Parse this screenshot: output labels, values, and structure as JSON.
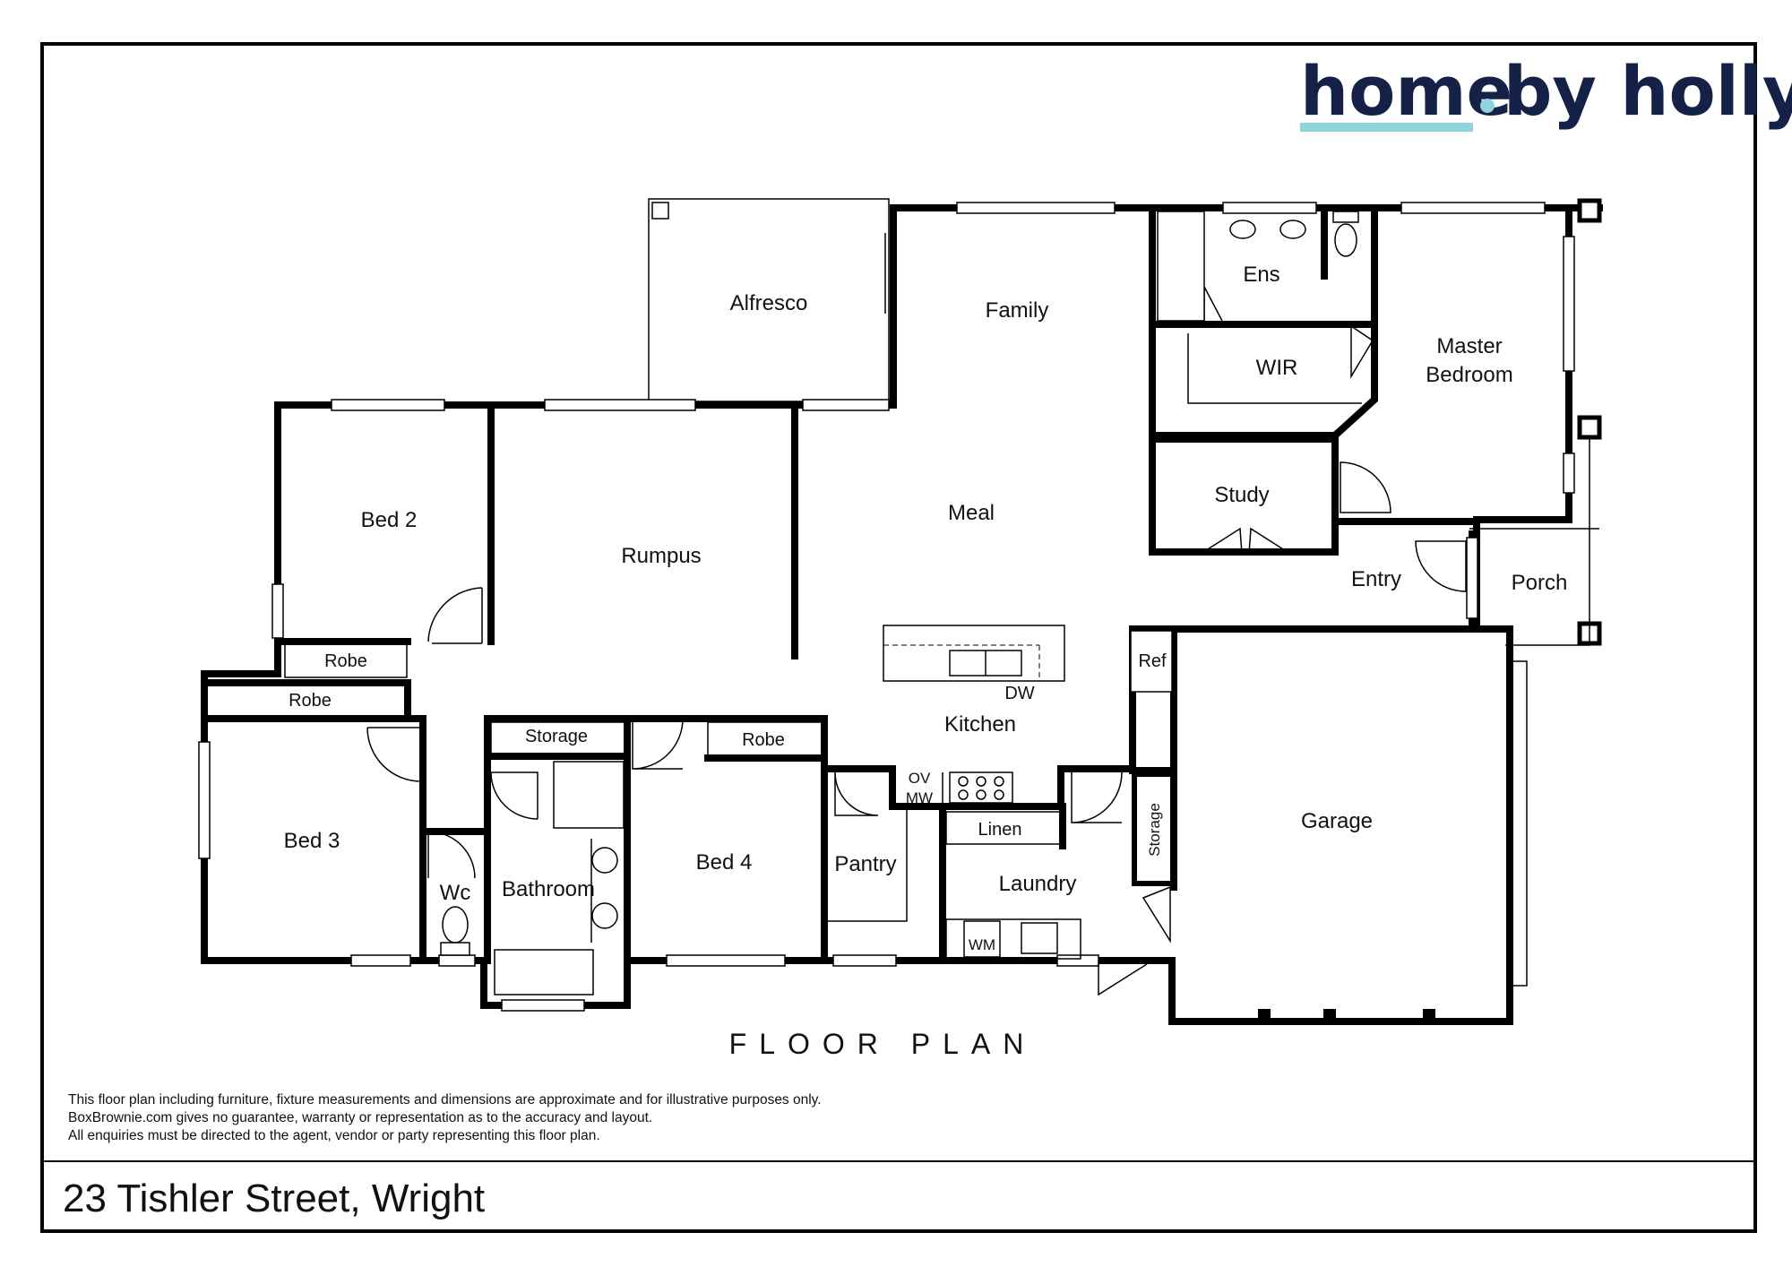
{
  "brand": {
    "logo_text_left": "home",
    "logo_text_right": "by holly",
    "accent_color": "#8fd3dc",
    "brand_color": "#152147"
  },
  "rooms": {
    "alfresco": "Alfresco",
    "family": "Family",
    "ens": "Ens",
    "wir": "WIR",
    "master_bedroom_line1": "Master",
    "master_bedroom_line2": "Bedroom",
    "study": "Study",
    "entry": "Entry",
    "porch": "Porch",
    "meal": "Meal",
    "rumpus": "Rumpus",
    "bed2": "Bed 2",
    "robe_bed2": "Robe",
    "robe_bed3": "Robe",
    "bed3": "Bed 3",
    "storage_hall": "Storage",
    "robe_bed4": "Robe",
    "wc": "Wc",
    "bathroom": "Bathroom",
    "bed4": "Bed 4",
    "pantry": "Pantry",
    "kitchen": "Kitchen",
    "dw": "DW",
    "ov": "OV",
    "mw": "MW",
    "linen": "Linen",
    "laundry": "Laundry",
    "wm": "WM",
    "storage_laundry": "Storage",
    "ref": "Ref",
    "garage": "Garage"
  },
  "plan_title": "FLOOR PLAN",
  "disclaimer": {
    "line1": "This floor plan including furniture, fixture measurements and dimensions are approximate and for illustrative purposes only.",
    "line2": "BoxBrownie.com gives no guarantee, warranty or representation as to the accuracy and layout.",
    "line3": "All enquiries must be directed to the agent, vendor or party representing this floor plan."
  },
  "address": "23 Tishler Street, Wright"
}
